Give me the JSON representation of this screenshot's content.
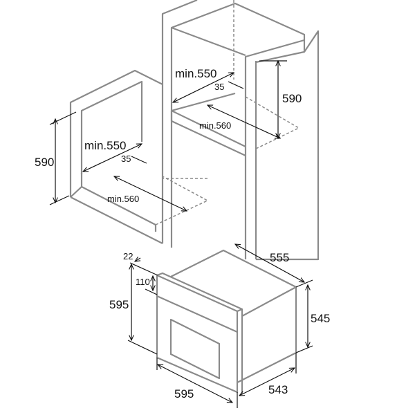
{
  "tall_cabinet": {
    "depth_label": "min.550",
    "gap_label": "35",
    "height_label": "590",
    "width_label": "min.560"
  },
  "low_cabinet": {
    "depth_label": "min.550",
    "gap_label": "35",
    "height_label": "590",
    "width_label": "min.560"
  },
  "oven": {
    "panel_label": "22",
    "panel_top_label": "110",
    "front_height_label": "595",
    "depth_label": "555",
    "body_height_label": "545",
    "front_width_label": "595",
    "body_width_label": "543"
  }
}
